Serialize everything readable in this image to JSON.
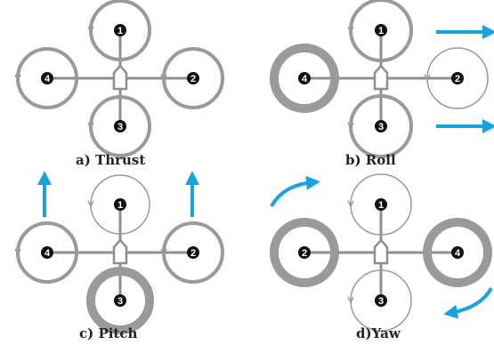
{
  "panels": [
    {
      "caption": "a) Thrust",
      "motors": [
        {
          "label": "1",
          "thrust": "normal"
        },
        {
          "label": "2",
          "thrust": "normal"
        },
        {
          "label": "3",
          "thrust": "normal"
        },
        {
          "label": "4",
          "thrust": "normal"
        }
      ],
      "arrows": []
    },
    {
      "caption": "b) Roll",
      "motors": [
        {
          "label": "1",
          "thrust": "normal"
        },
        {
          "label": "2",
          "thrust": "low"
        },
        {
          "label": "3",
          "thrust": "normal"
        },
        {
          "label": "4",
          "thrust": "high"
        }
      ],
      "arrows": [
        "right",
        "right"
      ]
    },
    {
      "caption": "c) Pitch",
      "motors": [
        {
          "label": "1",
          "thrust": "low"
        },
        {
          "label": "2",
          "thrust": "normal"
        },
        {
          "label": "3",
          "thrust": "high"
        },
        {
          "label": "4",
          "thrust": "normal"
        }
      ],
      "arrows": [
        "up",
        "up"
      ]
    },
    {
      "caption": "d)Yaw",
      "motors": [
        {
          "label": "1",
          "thrust": "low"
        },
        {
          "label": "4",
          "thrust": "high"
        },
        {
          "label": "3",
          "thrust": "low"
        },
        {
          "label": "2",
          "thrust": "high"
        }
      ],
      "arrows": [
        "curved-clockwise",
        "curved-clockwise"
      ]
    }
  ],
  "colors": {
    "rotor": "#9a9a9a",
    "frame": "#8f8f8f",
    "hub": "#111111",
    "arrow": "#1aa3dd"
  }
}
